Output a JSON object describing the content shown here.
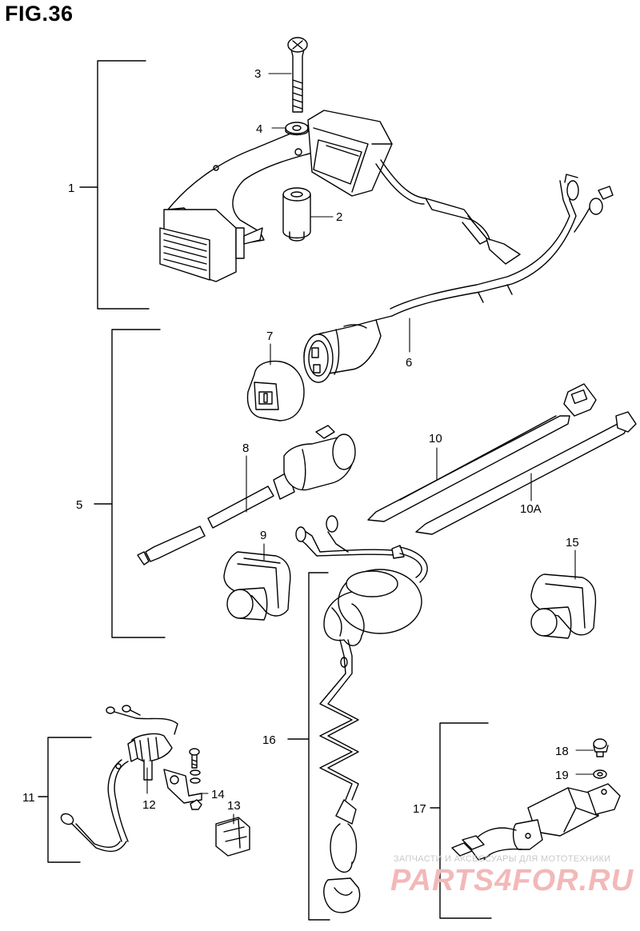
{
  "figure": {
    "title": "FIG.36"
  },
  "callouts": {
    "c1": "1",
    "c2": "2",
    "c3": "3",
    "c4": "4",
    "c5": "5",
    "c6": "6",
    "c7": "7",
    "c8": "8",
    "c9": "9",
    "c10": "10",
    "c10a": "10A",
    "c11": "11",
    "c12": "12",
    "c13": "13",
    "c14": "14",
    "c15": "15",
    "c16": "16",
    "c17": "17",
    "c18": "18",
    "c19": "19"
  },
  "watermark": {
    "line1": "ЗАПЧАСТИ И АКСЕССУАРЫ ДЛЯ МОТОТЕХНИКИ",
    "line2": "PARTS4FOR.RU"
  }
}
